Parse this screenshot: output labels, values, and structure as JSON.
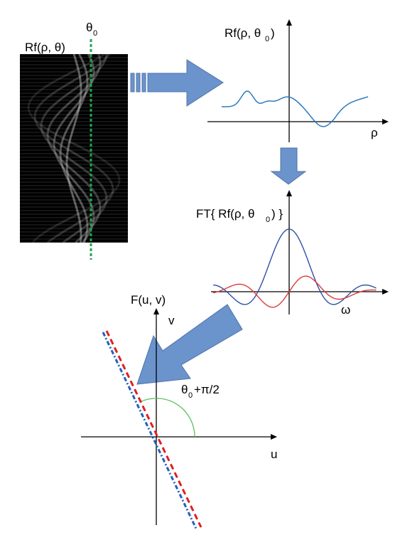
{
  "sinogram": {
    "title": "Rf(ρ, θ)",
    "theta_symbol": "θ",
    "theta_sub": "0"
  },
  "projection_plot": {
    "title_main": "Rf(ρ, θ",
    "title_sub": "0",
    "title_close": ")",
    "axis_label": "ρ"
  },
  "ft_plot": {
    "title_main": "FT{ Rf(ρ, θ",
    "title_sub": "0",
    "title_close": ") }",
    "axis_label": "ω"
  },
  "fourier_plane": {
    "title": "F(u, v)",
    "v_label": "v",
    "u_label": "u",
    "angle_theta": "θ",
    "angle_sub": "0",
    "angle_rest": "+π/2"
  },
  "colors": {
    "arrow_fill": "#6b93cc",
    "arrow_stroke": "#4f74a8",
    "theta_line": "#1ea55a",
    "curve_blue": "#2c7bbf",
    "ft_blue": "#2f4fa6",
    "ft_red": "#d93b3b",
    "angle_arc": "#5cc05c",
    "slice_red": "#e02020",
    "slice_blue": "#2060c0"
  }
}
